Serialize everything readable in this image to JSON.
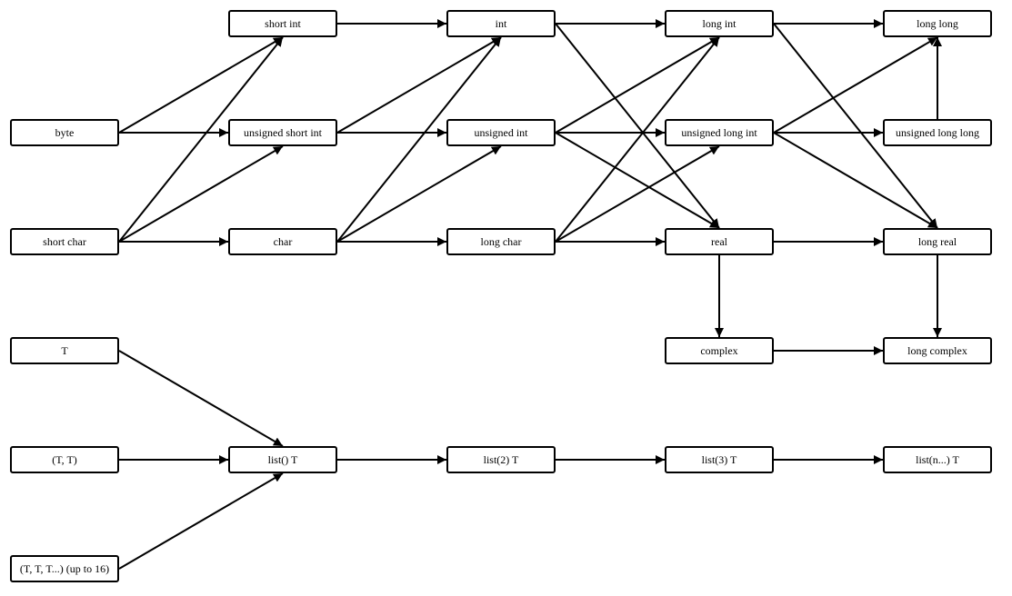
{
  "diagram": {
    "nodes": [
      {
        "id": "short_int",
        "label": "short int"
      },
      {
        "id": "int",
        "label": "int"
      },
      {
        "id": "long_int",
        "label": "long int"
      },
      {
        "id": "long_long",
        "label": "long long"
      },
      {
        "id": "byte",
        "label": "byte"
      },
      {
        "id": "unsigned_short_int",
        "label": "unsigned short int"
      },
      {
        "id": "unsigned_int",
        "label": "unsigned int"
      },
      {
        "id": "unsigned_long_int",
        "label": "unsigned long int"
      },
      {
        "id": "unsigned_long_long",
        "label": "unsigned long long"
      },
      {
        "id": "short_char",
        "label": "short char"
      },
      {
        "id": "char",
        "label": "char"
      },
      {
        "id": "long_char",
        "label": "long char"
      },
      {
        "id": "real",
        "label": "real"
      },
      {
        "id": "long_real",
        "label": "long real"
      },
      {
        "id": "complex",
        "label": "complex"
      },
      {
        "id": "long_complex",
        "label": "long complex"
      },
      {
        "id": "t",
        "label": "T"
      },
      {
        "id": "pair",
        "label": "(T, T)"
      },
      {
        "id": "tuple_n",
        "label": "(T, T, T...) (up to 16)"
      },
      {
        "id": "list1",
        "label": "list() T"
      },
      {
        "id": "list2",
        "label": "list(2) T"
      },
      {
        "id": "list3",
        "label": "list(3) T"
      },
      {
        "id": "listn",
        "label": "list(n...) T"
      }
    ],
    "edges": [
      {
        "from": "byte",
        "to": "short_int"
      },
      {
        "from": "byte",
        "to": "unsigned_short_int"
      },
      {
        "from": "short_char",
        "to": "short_int"
      },
      {
        "from": "short_char",
        "to": "unsigned_short_int"
      },
      {
        "from": "short_char",
        "to": "char"
      },
      {
        "from": "short_int",
        "to": "int"
      },
      {
        "from": "unsigned_short_int",
        "to": "int"
      },
      {
        "from": "unsigned_short_int",
        "to": "unsigned_int"
      },
      {
        "from": "char",
        "to": "int"
      },
      {
        "from": "char",
        "to": "unsigned_int"
      },
      {
        "from": "char",
        "to": "long_char"
      },
      {
        "from": "int",
        "to": "long_int"
      },
      {
        "from": "int",
        "to": "real"
      },
      {
        "from": "unsigned_int",
        "to": "long_int"
      },
      {
        "from": "unsigned_int",
        "to": "unsigned_long_int"
      },
      {
        "from": "unsigned_int",
        "to": "real"
      },
      {
        "from": "long_char",
        "to": "long_int"
      },
      {
        "from": "long_char",
        "to": "unsigned_long_int"
      },
      {
        "from": "long_char",
        "to": "real"
      },
      {
        "from": "long_int",
        "to": "long_long"
      },
      {
        "from": "long_int",
        "to": "long_real"
      },
      {
        "from": "unsigned_long_int",
        "to": "long_long"
      },
      {
        "from": "unsigned_long_int",
        "to": "unsigned_long_long"
      },
      {
        "from": "unsigned_long_int",
        "to": "long_real"
      },
      {
        "from": "unsigned_long_long",
        "to": "long_long"
      },
      {
        "from": "real",
        "to": "long_real"
      },
      {
        "from": "real",
        "to": "complex"
      },
      {
        "from": "long_real",
        "to": "long_complex"
      },
      {
        "from": "complex",
        "to": "long_complex"
      },
      {
        "from": "t",
        "to": "list1"
      },
      {
        "from": "pair",
        "to": "list1"
      },
      {
        "from": "tuple_n",
        "to": "list1"
      },
      {
        "from": "list1",
        "to": "list2"
      },
      {
        "from": "list2",
        "to": "list3"
      },
      {
        "from": "list3",
        "to": "listn"
      }
    ]
  }
}
